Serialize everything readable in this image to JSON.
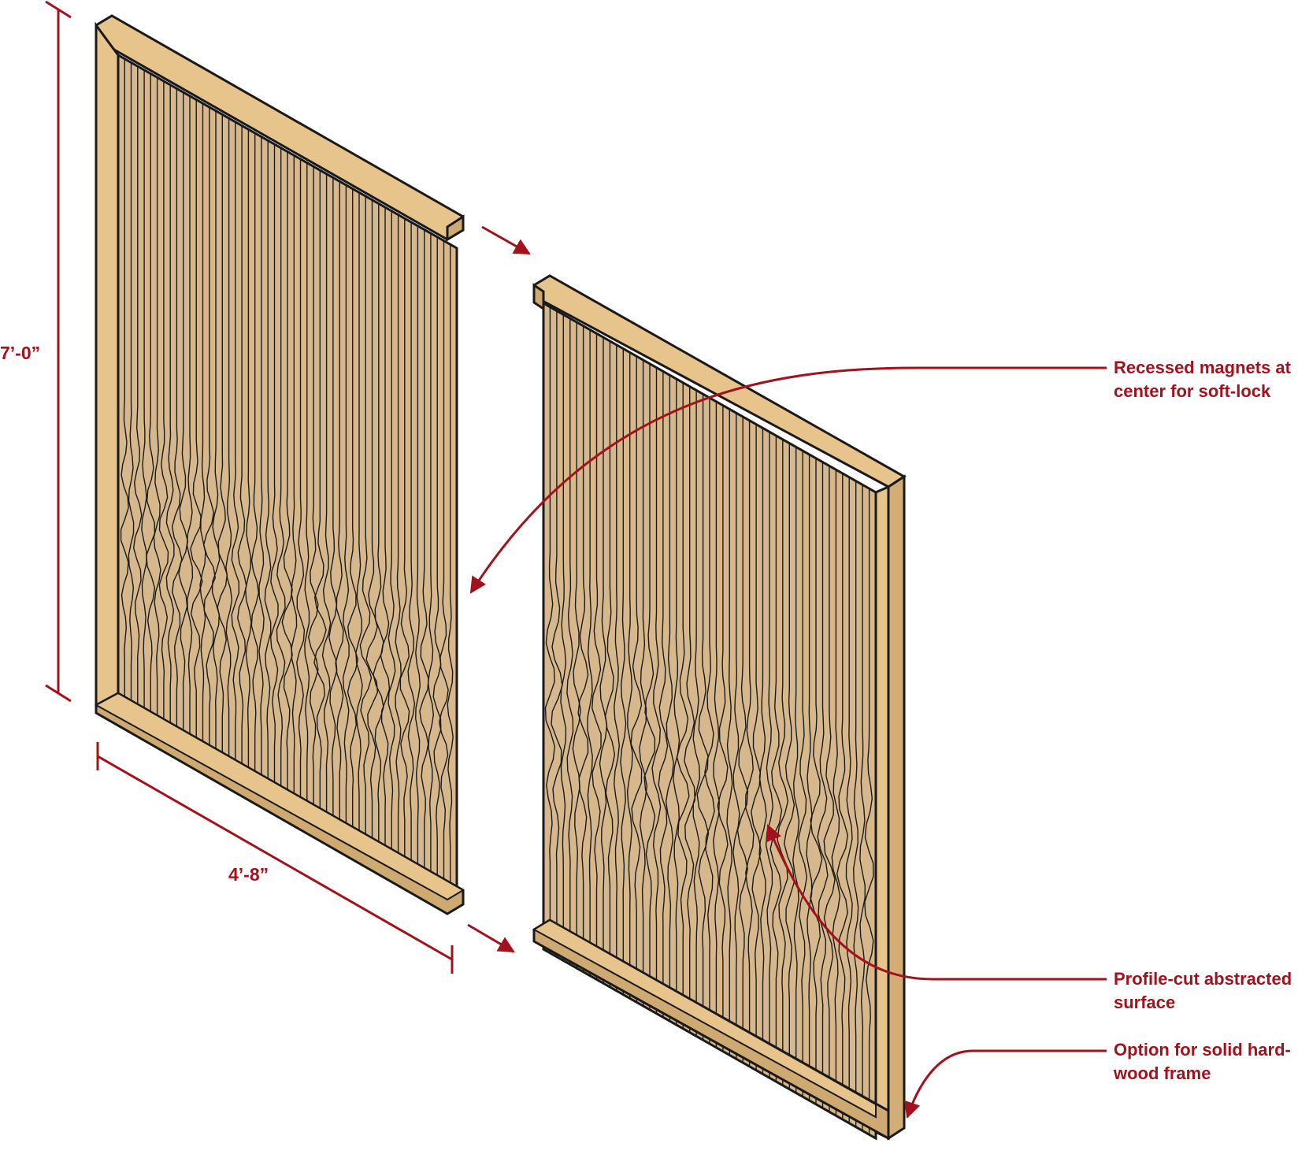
{
  "dimensions": {
    "height": "7’-0”",
    "width": "4’-8”"
  },
  "callouts": [
    {
      "lines": [
        "Recessed magnets at",
        "center for soft-lock"
      ]
    },
    {
      "lines": [
        "Profile-cut abstracted",
        "surface"
      ]
    },
    {
      "lines": [
        "Option for solid hard-",
        "wood frame"
      ]
    }
  ],
  "colors": {
    "annotation": "#a3121c",
    "frame_face": "#e6c48c",
    "frame_edge": "#cfa972",
    "panel_fill": "#d7b88d",
    "slat_line": "#1a1a1a"
  },
  "icons": [
    "arrow-icon"
  ]
}
